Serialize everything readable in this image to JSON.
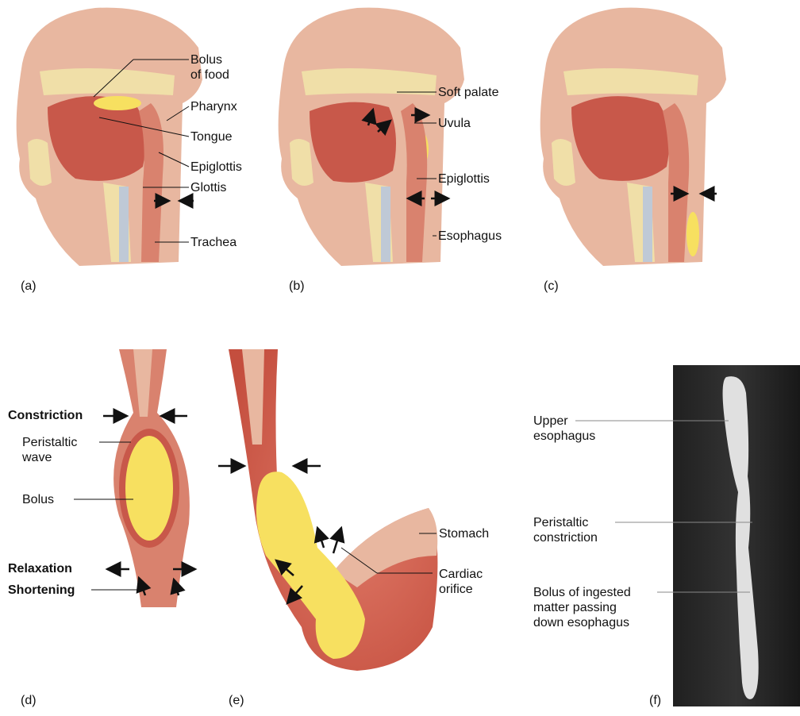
{
  "panels": {
    "a": {
      "letter": "(a)",
      "labels": {
        "bolus": "Bolus\nof food",
        "pharynx": "Pharynx",
        "tongue": "Tongue",
        "epiglottis": "Epiglottis",
        "glottis": "Glottis",
        "trachea": "Trachea"
      }
    },
    "b": {
      "letter": "(b)",
      "labels": {
        "soft_palate": "Soft palate",
        "uvula": "Uvula",
        "epiglottis": "Epiglottis",
        "esophagus": "Esophagus"
      }
    },
    "c": {
      "letter": "(c)"
    },
    "d": {
      "letter": "(d)",
      "labels": {
        "constriction": "Constriction",
        "peristaltic_wave": "Peristaltic\nwave",
        "bolus": "Bolus",
        "relaxation": "Relaxation",
        "shortening": "Shortening"
      }
    },
    "e": {
      "letter": "(e)",
      "labels": {
        "stomach": "Stomach",
        "cardiac_orifice": "Cardiac\norifice"
      }
    },
    "f": {
      "letter": "(f)",
      "labels": {
        "upper_esophagus": "Upper\nesophagus",
        "peristaltic_constriction": "Peristaltic\nconstriction",
        "bolus_passing": "Bolus of ingested\nmatter passing\ndown esophagus"
      }
    }
  },
  "colors": {
    "skin": "#e8b7a0",
    "muscle": "#c8584a",
    "bone": "#f0dfa8",
    "bolus": "#f7e060",
    "tissue": "#d9826e",
    "xray_bg": "#1a1a1a",
    "xray_bolus": "#e0e0e0"
  }
}
